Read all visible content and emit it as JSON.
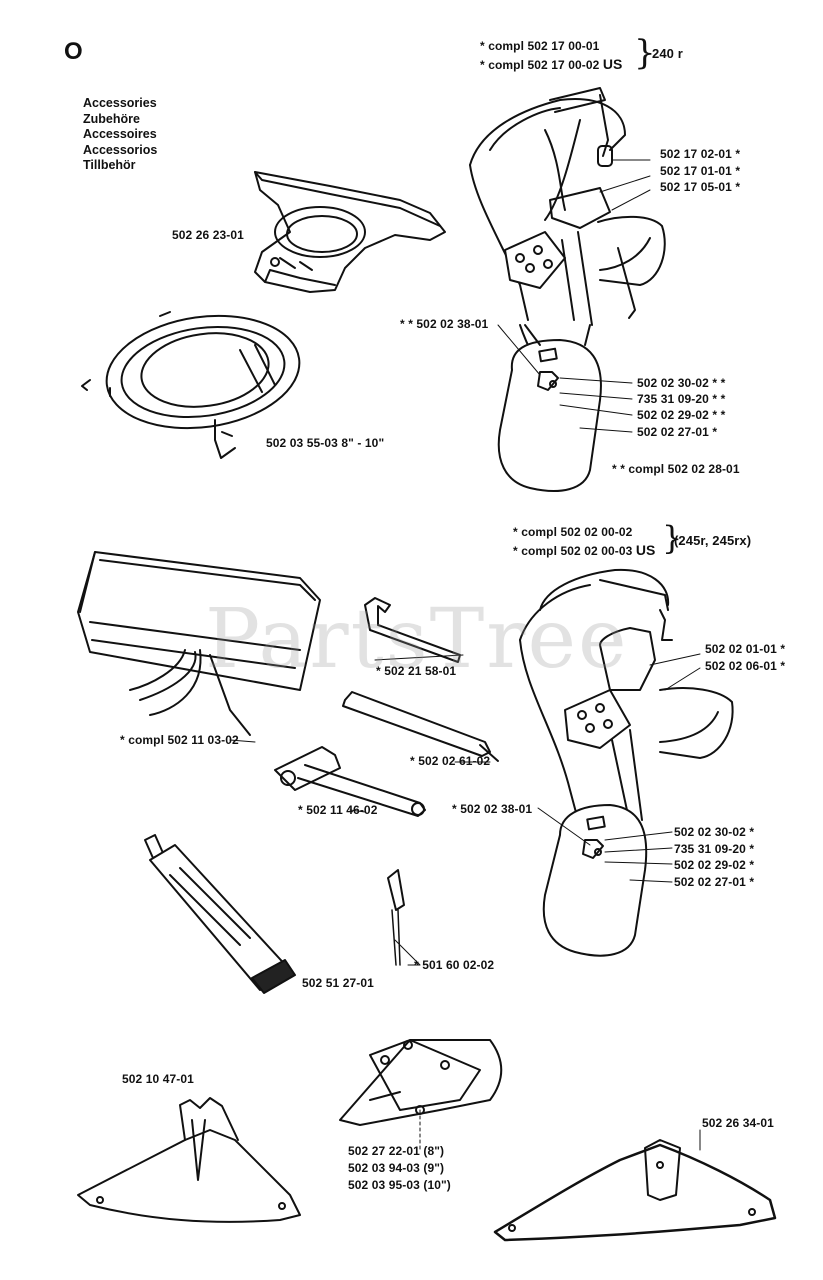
{
  "section_letter": "O",
  "headings": [
    "Accessories",
    "Zubehöre",
    "Accessoires",
    "Accessorios",
    "Tillbehör"
  ],
  "watermark": "PartsTree",
  "top_group": {
    "line1": "* compl 502 17 00-01",
    "line2a": "* compl 502 17 00-02",
    "line2b": "US",
    "model": "240 r"
  },
  "mid_group": {
    "line1": "* compl 502 02 00-02",
    "line2a": "* compl 502 02 00-03",
    "line2b": "US",
    "model": "(245r, 245rx)"
  },
  "labels": {
    "p1": "502 26 23-01",
    "p2": "502 03 55-03",
    "p2b": "8\" - 10\"",
    "h1": "502 17 02-01 *",
    "h2": "502 17 01-01 *",
    "h3": "502 17 05-01 *",
    "h4": "* * 502 02 38-01",
    "h5": "502 02 30-02 * *",
    "h6": "735 31 09-20 * *",
    "h7": "502 02 29-02 * *",
    "h8": "502 02 27-01 *",
    "h9": "* * compl 502 02 28-01",
    "g1": "502 02 01-01 *",
    "g2": "502 02 06-01 *",
    "g3": "* 502 02 38-01",
    "g4": "502 02 30-02 *",
    "g5": "735 31 09-20 *",
    "g6": "502 02 29-02 *",
    "g7": "502 02 27-01 *",
    "a1": "* 502 21 58-01",
    "a2": "* compl 502 11 03-02",
    "a3": "* 502 02 61-02",
    "a4": "* 502 11 46-02",
    "a5": "* 501 60 02-02",
    "a6": "502 51 27-01",
    "b1": "502 10 47-01",
    "b2a": "502 27 22-01",
    "b2a_s": "(8\")",
    "b2b": "502 03 94-03",
    "b2b_s": "(9\")",
    "b2c": "502 03 95-03",
    "b2c_s": "(10\")",
    "b3": "502 26 34-01"
  }
}
